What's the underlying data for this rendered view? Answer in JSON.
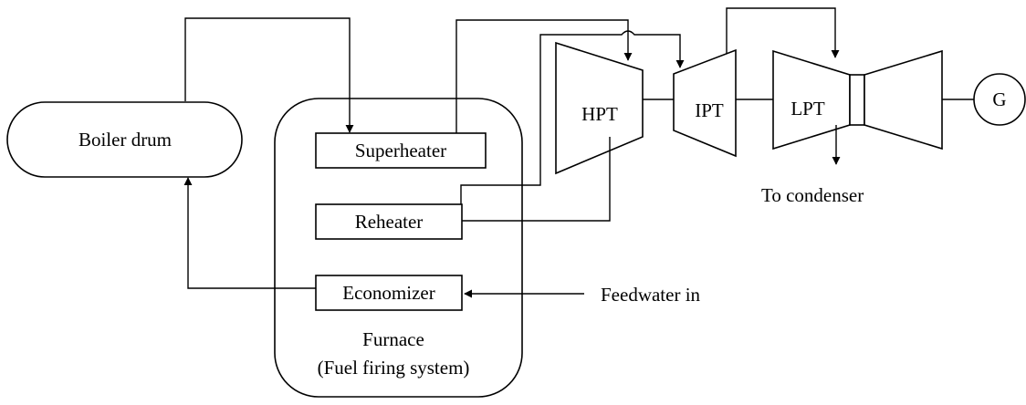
{
  "diagram": {
    "boiler_drum": "Boiler drum",
    "superheater": "Superheater",
    "reheater": "Reheater",
    "economizer": "Economizer",
    "furnace_line1": "Furnace",
    "furnace_line2": "(Fuel firing system)",
    "hpt": "HPT",
    "ipt": "IPT",
    "lpt": "LPT",
    "generator": "G",
    "condenser": "To condenser",
    "feedwater": "Feedwater in"
  }
}
